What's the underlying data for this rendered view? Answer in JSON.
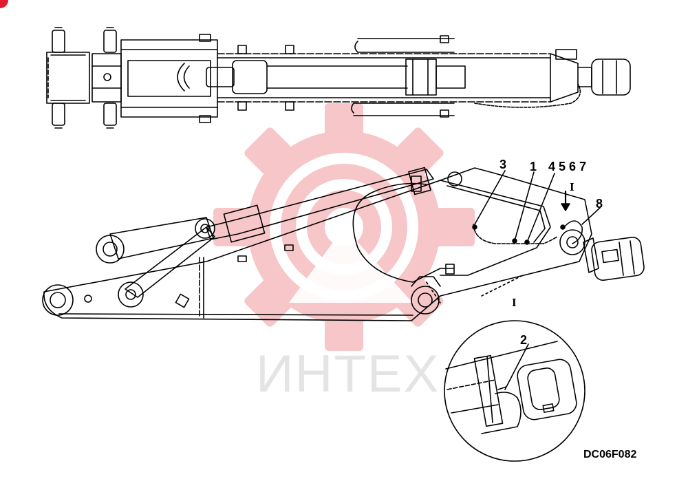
{
  "watermark": {
    "text": "ИНТЕХ",
    "color": "#f2a3a8"
  },
  "drawing_code": "DC06F082",
  "callouts": {
    "c3": "3",
    "c1": "1",
    "c4567": "4 5 6 7",
    "c8": "8",
    "c2": "2"
  },
  "detail_marker": "I",
  "detail_label": "I",
  "colors": {
    "corner_badge": "#e01b2e",
    "line": "#000000"
  }
}
